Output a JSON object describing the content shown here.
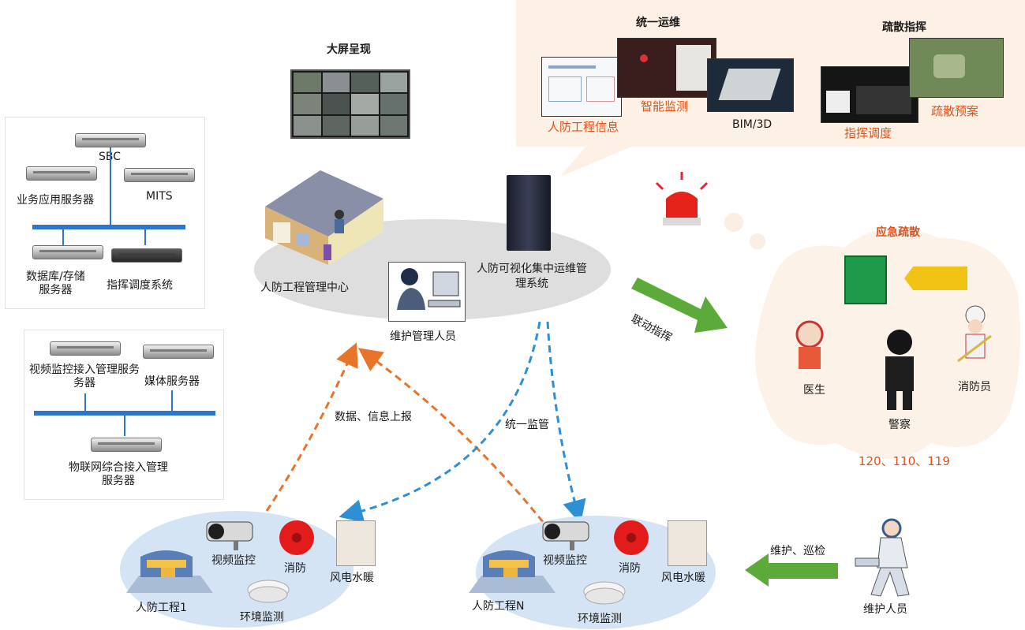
{
  "servers_panel_top": {
    "sbc": "SBC",
    "business_server": "业务应用服务器",
    "mits": "MITS",
    "database": "数据库/存储\n服务器",
    "command_system": "指挥调度系统"
  },
  "servers_panel_bottom": {
    "video_access": "视频监控接入管理服务\n务器",
    "media_server": "媒体服务器",
    "iot_access": "物联网综合接入管理\n服务器"
  },
  "big_screen": {
    "title": "大屏呈现"
  },
  "ops_bubble": {
    "unified_ops_title": "统一运维",
    "evac_command_title": "疏散指挥",
    "engineering_info": "人防工程信息",
    "smart_monitor": "智能监测",
    "bim": "BIM/3D",
    "command_dispatch": "指挥调度",
    "evac_plan": "疏散预案"
  },
  "center": {
    "management_center": "人防工程管理中心",
    "ops_system": "人防可视化集中运维管\n理系统",
    "maintenance_staff": "维护管理人员"
  },
  "emergency": {
    "title": "应急疏散",
    "linkage_command": "联动指挥",
    "doctor": "医生",
    "police": "警察",
    "firefighter": "消防员",
    "hotlines": "120、110、119"
  },
  "flows": {
    "data_report": "数据、信息上报",
    "unified_supervision": "统一监管",
    "maintain_patrol": "维护、巡检",
    "maintenance_worker": "维护人员"
  },
  "site1": {
    "name": "人防工程1",
    "video": "视频监控",
    "fire": "消防",
    "hvac": "风电水暖",
    "env": "环境监测"
  },
  "siteN": {
    "name": "人防工程N",
    "video": "视频监控",
    "fire": "消防",
    "hvac": "风电水暖",
    "env": "环境监测"
  },
  "colors": {
    "bus_blue": "#2e76c9",
    "flow_orange": "#e8742a",
    "flow_blue": "#2d8fd4",
    "arrow_green": "#5cab3a",
    "label_orange": "#e0521b",
    "bubble_fill": "#fdf0e4"
  }
}
